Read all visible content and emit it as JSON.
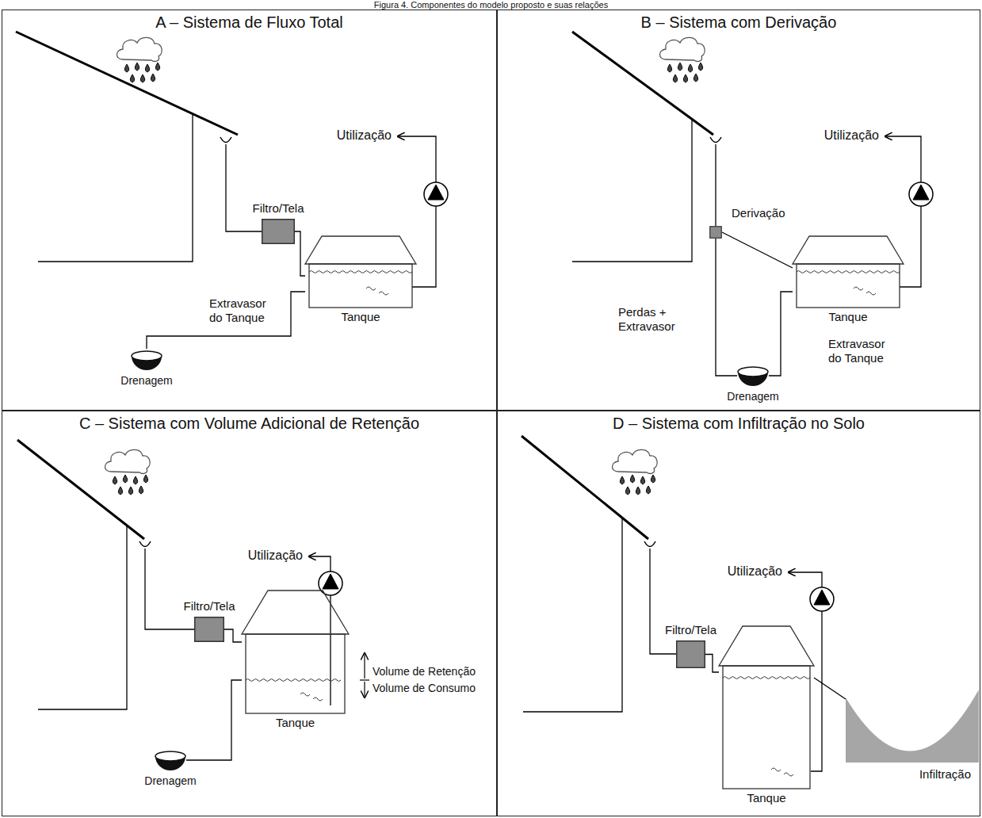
{
  "diagram": {
    "title": "Figura 4. Componentes do modelo proposto e suas relações",
    "nodes": [
      {
        "text": [
          "A – Sistema de Fluxo Total"
        ]
      },
      {
        "text": [
          "Filtro/Tela"
        ],
        "in": 0
      },
      {
        "text": [
          "Tanque"
        ],
        "in": 0
      },
      {
        "text": [
          "Drenagem"
        ],
        "in": 0
      },
      {
        "text": [
          "B – Sistema com Derivação"
        ]
      },
      {
        "text": [
          "Derivação"
        ],
        "in": 4
      },
      {
        "text": [
          "Tanque"
        ],
        "in": 4
      },
      {
        "text": [
          "Drenagem"
        ],
        "in": 4
      },
      {
        "text": [
          "C – Sistema com Volume Adicional de Retenção"
        ]
      },
      {
        "text": [
          "Filtro/Tela"
        ],
        "in": 8
      },
      {
        "text": [
          "Tanque"
        ],
        "in": 8
      },
      {
        "text": [
          "Drenagem"
        ],
        "in": 8
      },
      {
        "text": [
          "D – Sistema com Infiltração no Solo"
        ]
      },
      {
        "text": [
          "Filtro/Tela"
        ],
        "in": 12
      },
      {
        "text": [
          "Tanque"
        ],
        "in": 12
      },
      {
        "text": [
          "Infiltração"
        ],
        "in": 12
      }
    ],
    "edges": [
      {
        "from": 1,
        "to": 2,
        "arrow": "none"
      },
      {
        "from": 2,
        "to": 3,
        "label": "Extravasor do Tanque",
        "arrow": "none"
      },
      {
        "from": 5,
        "to": 6,
        "arrow": "none"
      },
      {
        "from": 5,
        "to": 7,
        "label": "Perdas + Extravasor",
        "arrow": "none"
      },
      {
        "from": 6,
        "to": 7,
        "label": "Extravasor do Tanque",
        "arrow": "none"
      },
      {
        "from": 9,
        "to": 10,
        "arrow": "none"
      },
      {
        "from": 10,
        "to": 11,
        "arrow": "none"
      },
      {
        "from": 13,
        "to": 14,
        "arrow": "none"
      },
      {
        "from": 14,
        "to": 15,
        "arrow": "none"
      }
    ],
    "labels": [
      "Utilização",
      "Utilização",
      "Utilização",
      "Volume de Retenção",
      "Volume de Consumo",
      "Utilização"
    ]
  }
}
